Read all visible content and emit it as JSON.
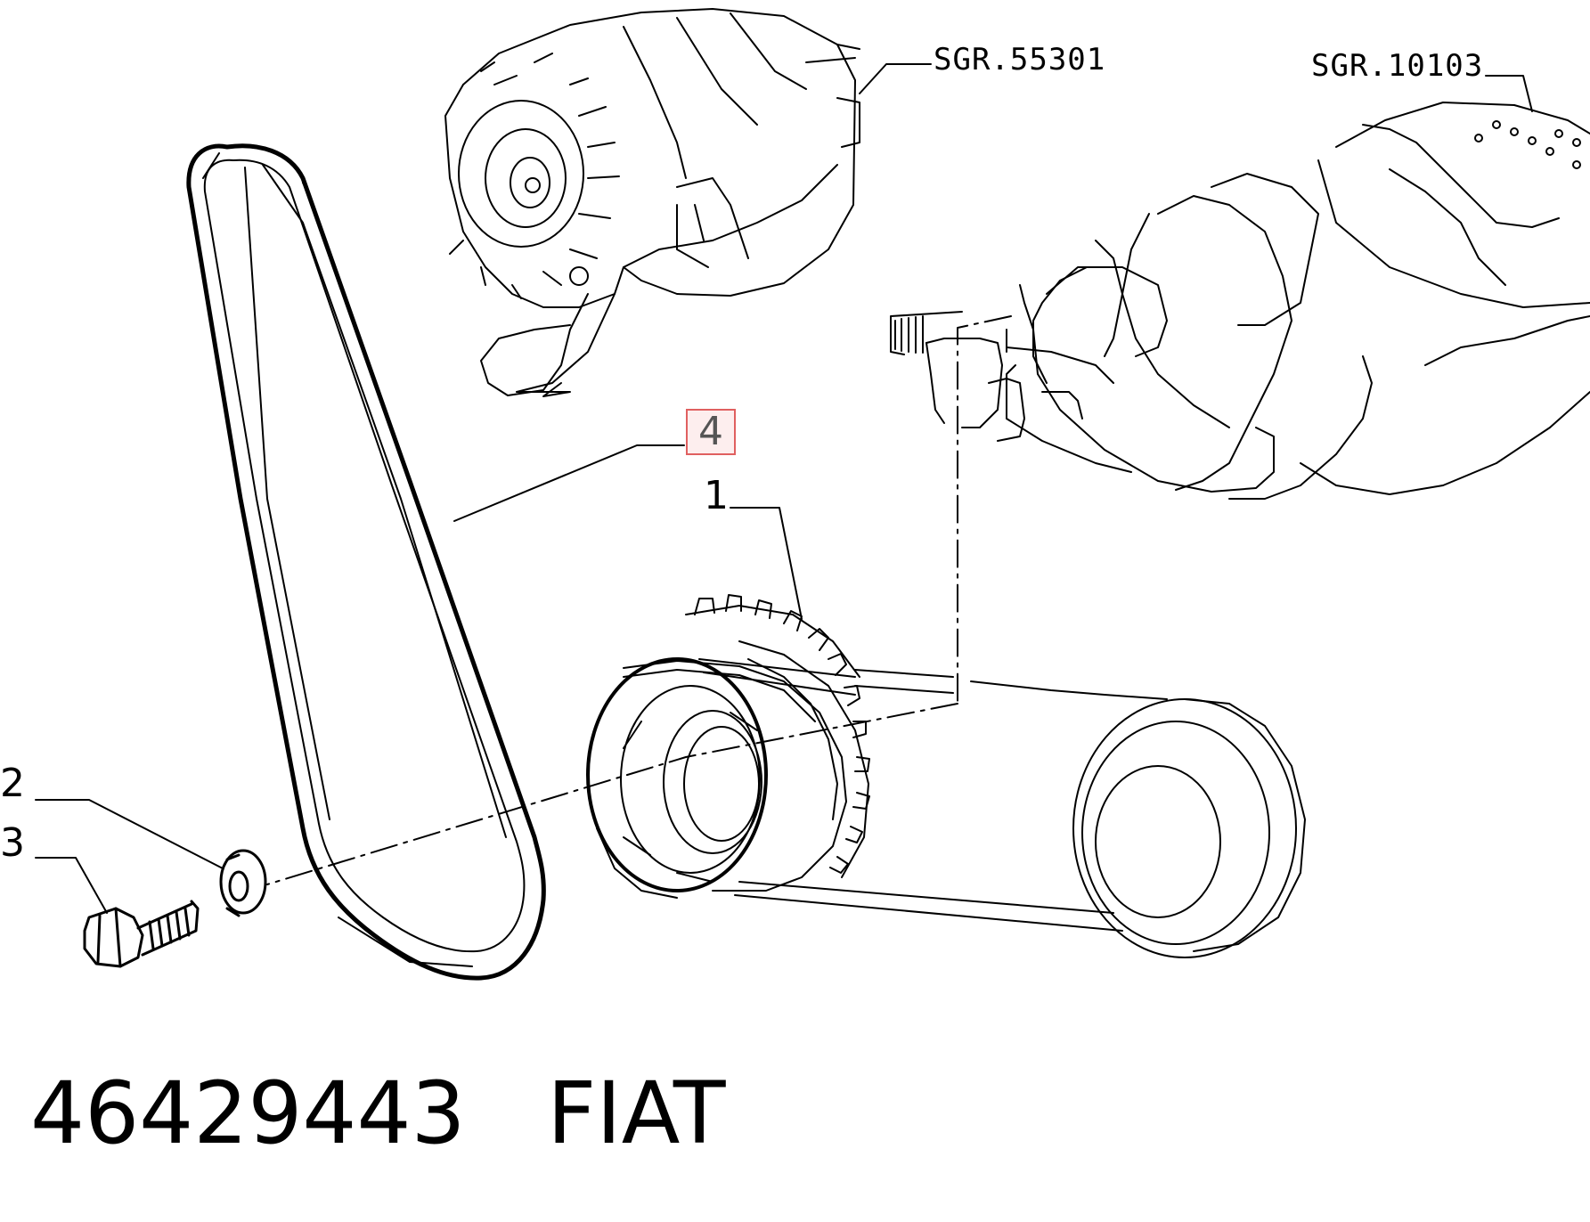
{
  "callouts": {
    "belt": "4",
    "pulley": "1",
    "washer": "2",
    "bolt": "3"
  },
  "references": {
    "alternator": "SGR.55301",
    "crankshaft": "SGR.10103"
  },
  "footer": {
    "part_number": "46429443",
    "brand": "FIAT"
  },
  "colors": {
    "lines": "#000000",
    "highlight_border": "#e06060",
    "highlight_fill": "#fdeeee"
  }
}
